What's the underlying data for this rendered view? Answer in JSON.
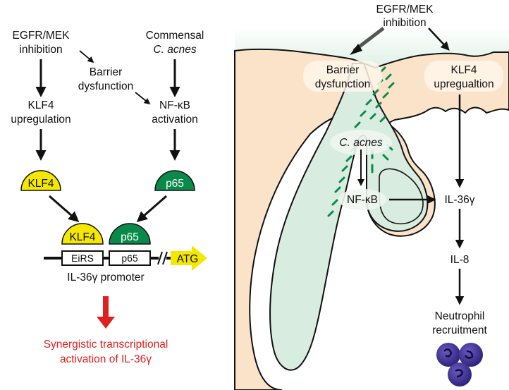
{
  "left": {
    "egfr": [
      "EGFR/MEK",
      "inhibition"
    ],
    "commensal": [
      "Commensal",
      "C. acnes"
    ],
    "barrier": [
      "Barrier",
      "dysfunction"
    ],
    "klf4_up": [
      "KLF4",
      "upregulation"
    ],
    "nfkb_act": [
      "NF-κB",
      "activation"
    ],
    "klf4_label": "KLF4",
    "p65_label": "p65",
    "bound_klf4": "KLF4",
    "bound_p65": "p65",
    "site_eirs": "EiRS",
    "site_p65": "p65",
    "atg": "ATG",
    "promoter": "IL-36γ promoter",
    "outcome": [
      "Synergistic transcriptional",
      "activation of IL-36γ"
    ]
  },
  "right": {
    "egfr": [
      "EGFR/MEK",
      "inhibition"
    ],
    "barrier": [
      "Barrier",
      "dysfunction"
    ],
    "klf4": [
      "KLF4",
      "upregualtion"
    ],
    "cacnes": "C. acnes",
    "nfkb": "NF-κB",
    "il36": "IL-36γ",
    "il8": "IL-8",
    "neutro": [
      "Neutrophil",
      "recruitment"
    ]
  },
  "colors": {
    "klf4_yellow": "#f5e800",
    "p65_green": "#0a8a4a",
    "skin": "#fbe3c9",
    "lumen": "#d9ece0",
    "outcome_red": "#e02020",
    "neutrophil": "#3a2a8a"
  }
}
